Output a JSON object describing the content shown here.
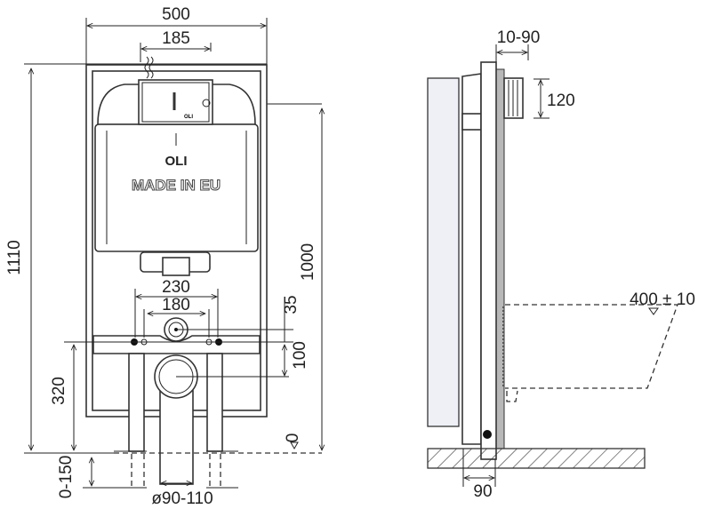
{
  "front_view": {
    "dims": {
      "width_total": "500",
      "flush_plate_spacing": "185",
      "height_total": "1110",
      "height_to_flush": "1000",
      "bolt_spacing_outer": "230",
      "bolt_spacing_inner": "180",
      "inlet_offset": "35",
      "drain_offset": "100",
      "drain_height": "320",
      "leg_adjust": "0-150",
      "drain_diameter": "ø90-110",
      "floor_level": "0"
    },
    "cistern_brand": "OLI",
    "cistern_label": "MADE IN EU",
    "flush_brand": "OLI"
  },
  "side_view": {
    "dims": {
      "wall_depth": "10-90",
      "flush_height": "120",
      "seat_height": "400 ± 10",
      "frame_depth": "90"
    }
  },
  "colors": {
    "line": "#222222",
    "panel": "#eef0f6",
    "strip": "#b8b8b8"
  }
}
